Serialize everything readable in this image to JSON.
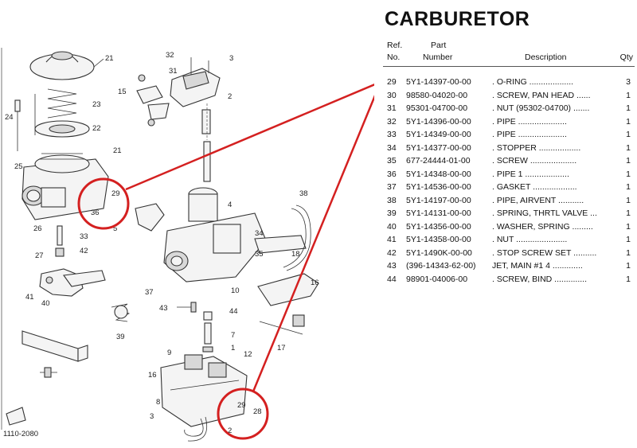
{
  "title": "CARBURETOR",
  "header": {
    "ref": "Ref.",
    "no": "No.",
    "part": "Part",
    "number": "Number",
    "description": "Description",
    "qty": "Qty"
  },
  "rows": [
    {
      "ref": "29",
      "part": "5Y1-14397-00-00",
      "desc": ". O-RING ...................",
      "qty": "3"
    },
    {
      "ref": "30",
      "part": "98580-04020-00",
      "desc": ". SCREW, PAN HEAD ......",
      "qty": "1"
    },
    {
      "ref": "31",
      "part": "95301-04700-00",
      "desc": ". NUT (95302-04700) .......",
      "qty": "1"
    },
    {
      "ref": "32",
      "part": "5Y1-14396-00-00",
      "desc": ". PIPE .....................",
      "qty": "1"
    },
    {
      "ref": "33",
      "part": "5Y1-14349-00-00",
      "desc": ". PIPE .....................",
      "qty": "1"
    },
    {
      "ref": "34",
      "part": "5Y1-14377-00-00",
      "desc": ". STOPPER ..................",
      "qty": "1"
    },
    {
      "ref": "35",
      "part": "677-24444-01-00",
      "desc": ". SCREW ....................",
      "qty": "1"
    },
    {
      "ref": "36",
      "part": "5Y1-14348-00-00",
      "desc": ". PIPE 1 ...................",
      "qty": "1"
    },
    {
      "ref": "37",
      "part": "5Y1-14536-00-00",
      "desc": ". GASKET ...................",
      "qty": "1"
    },
    {
      "ref": "38",
      "part": "5Y1-14197-00-00",
      "desc": ". PIPE, AIRVENT ...........",
      "qty": "1"
    },
    {
      "ref": "39",
      "part": "5Y1-14131-00-00",
      "desc": ". SPRING, THRTL VALVE ...",
      "qty": "1"
    },
    {
      "ref": "40",
      "part": "5Y1-14356-00-00",
      "desc": ". WASHER, SPRING .........",
      "qty": "1"
    },
    {
      "ref": "41",
      "part": "5Y1-14358-00-00",
      "desc": ". NUT ......................",
      "qty": "1"
    },
    {
      "ref": "42",
      "part": "5Y1-1490K-00-00",
      "desc": ". STOP SCREW SET ..........",
      "qty": "1"
    },
    {
      "ref": "43",
      "part": "(396-14343-62-00)",
      "desc": "JET, MAIN #1 4 .............",
      "qty": "1"
    },
    {
      "ref": "44",
      "part": "98901-04006-00",
      "desc": ". SCREW, BIND ..............",
      "qty": "1"
    }
  ],
  "diagram": {
    "code": "1110-2080",
    "callouts": [
      "21",
      "32",
      "31",
      "3",
      "15",
      "2",
      "23",
      "24",
      "22",
      "21",
      "25",
      "26",
      "27",
      "33",
      "42",
      "41",
      "40",
      "39",
      "29",
      "36",
      "5",
      "38",
      "4",
      "34",
      "18",
      "16",
      "35",
      "37",
      "43",
      "10",
      "44",
      "9",
      "7",
      "1",
      "12",
      "17",
      "8",
      "16",
      "3",
      "29",
      "28",
      "2"
    ],
    "highlight_color": "#d42020"
  }
}
